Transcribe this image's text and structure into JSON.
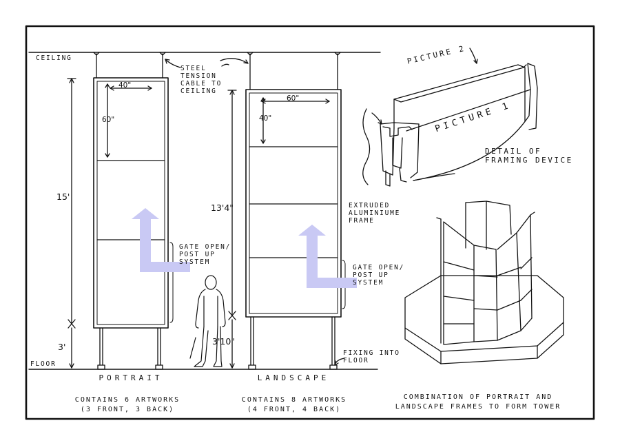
{
  "labels": {
    "ceiling": "CEILING",
    "floor": "FLOOR",
    "steel_cable": "STEEL\nTENSION\nCABLE TO\nCEILING",
    "gate_open_left": "GATE OPEN/\nPOST UP\nSYSTEM",
    "gate_open_right": "GATE OPEN/\nPOST UP\nSYSTEM",
    "fixing_floor": "FIXING INTO\nFLOOR",
    "picture1": "PICTURE 1",
    "picture2": "PICTURE 2",
    "detail": "DETAIL OF\nFRAMING DEVICE",
    "extruded": "EXTRUDED\nALUMINIUME\nFRAME"
  },
  "portrait": {
    "title": "PORTRAIT",
    "caption": "CONTAINS 6 ARTWORKS\n(3 FRONT, 3 BACK)",
    "width_dim": "40\"",
    "height_dim": "60\"",
    "total_height": "15'",
    "base_height": "3'"
  },
  "landscape": {
    "title": "LANDSCAPE",
    "caption": "CONTAINS 8 ARTWORKS\n(4 FRONT, 4 BACK)",
    "width_dim": "60\"",
    "height_dim": "40\"",
    "total_height": "13'4\"",
    "base_height": "3'10\""
  },
  "tower_caption": "COMBINATION OF PORTRAIT AND\nLANDSCAPE FRAMES TO FORM TOWER",
  "colors": {
    "ink": "#111111",
    "arrow": "#c9c9f4"
  }
}
